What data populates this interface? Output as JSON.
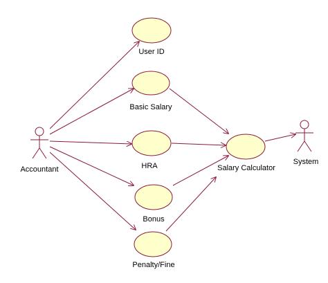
{
  "colors": {
    "line": "#8b1a3a",
    "usecase_fill": "#ffffcc",
    "usecase_stroke": "#8b1a3a",
    "text": "#000000"
  },
  "actors": {
    "accountant": "Accountant",
    "system": "System"
  },
  "usecases": {
    "user_id": "User ID",
    "basic_salary": "Basic Salary",
    "hra": "HRA",
    "bonus": "Bonus",
    "penalty_fine": "Penalty/Fine",
    "salary_calculator": "Salary Calculator"
  }
}
